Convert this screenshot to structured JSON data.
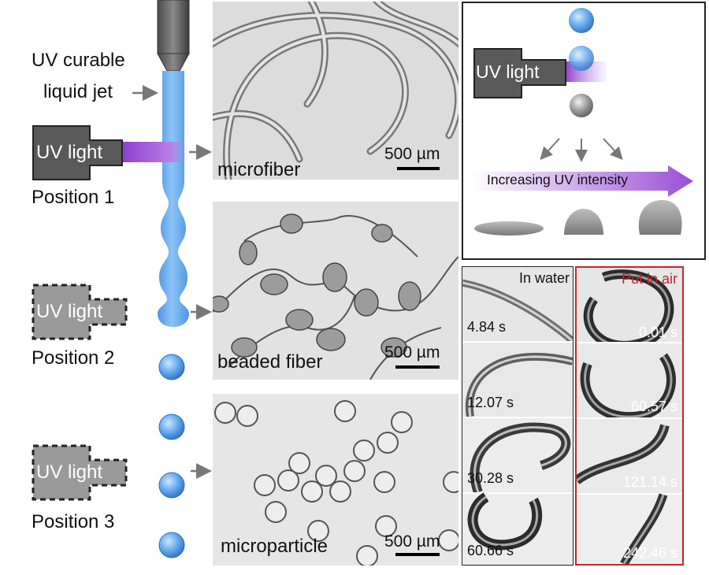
{
  "labels": {
    "jet": [
      "UV curable",
      "liquid jet"
    ],
    "uv_light": "UV light",
    "positions": [
      "Position 1",
      "Position 2",
      "Position 3"
    ]
  },
  "panels": {
    "microfiber": {
      "caption": "microfiber",
      "scale": "500 µm"
    },
    "beaded": {
      "caption": "beaded  fiber",
      "scale": "500 µm"
    },
    "particle": {
      "caption": "microparticle",
      "scale": "500 µm"
    }
  },
  "inset": {
    "uv_light": "UV light",
    "gradient_label": "Increasing UV intensity"
  },
  "timelapse": {
    "water": {
      "title": "In water",
      "times": [
        "4.84 s",
        "12.07 s",
        "30.28 s",
        "60.66 s"
      ]
    },
    "air": {
      "title": "Put in air",
      "times": [
        "0.01 s",
        "60.57 s",
        "121.14 s",
        "242.46 s"
      ]
    }
  },
  "colors": {
    "jet_blue": "#6aaef0",
    "uv_purple": "#9a4fd6",
    "uv_box_dark": "#555555",
    "uv_box_light": "#999999",
    "air_frame": "#c0272d"
  }
}
